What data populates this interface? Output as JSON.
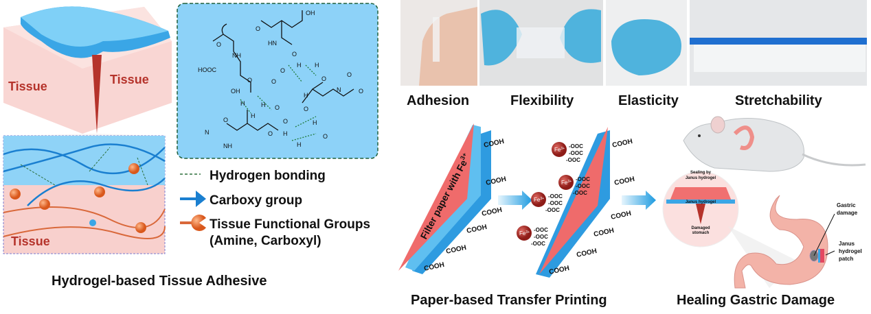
{
  "left_panel": {
    "tissue_top_left": "Tissue",
    "tissue_top_right": "Tissue",
    "tissue_bottom": "Tissue",
    "title": "Hydrogel-based Tissue Adhesive"
  },
  "chemistry": {
    "atoms": [
      "O",
      "NH",
      "HOOC",
      "OH",
      "O",
      "O",
      "H",
      "H",
      "O",
      "HN",
      "O",
      "OH",
      "O",
      "H",
      "O",
      "H",
      "O",
      "N",
      "H",
      "O",
      "O",
      "H",
      "NH",
      "O",
      "O",
      "H",
      "O",
      "O",
      "H",
      "N",
      "H",
      "O"
    ]
  },
  "legend": {
    "hydrogen_bonding": "Hydrogen bonding",
    "carboxy_group": "Carboxy group",
    "tissue_groups_line1": "Tissue Functional Groups",
    "tissue_groups_line2": "(Amine, Carboxyl)"
  },
  "properties": [
    "Adhesion",
    "Flexibility",
    "Elasticity",
    "Stretchability"
  ],
  "transfer": {
    "filter_label": "Filter paper with Fe",
    "filter_sup": "3+",
    "cooh": "COOH",
    "ooc": "-OOC",
    "fe": "Fe",
    "fe_sup": "3+",
    "title": "Paper-based Transfer Printing"
  },
  "gastric": {
    "sealing_line1": "Sealing by",
    "sealing_line2": "Janus hydrogel",
    "janus_hydrogel": "Janus hydrogel",
    "damaged_line1": "Damaged",
    "damaged_line2": "stomach",
    "gastric_damage_line1": "Gastric",
    "gastric_damage_line2": "damage",
    "patch_line1": "Janus",
    "patch_line2": "hydrogel",
    "patch_line3": "patch",
    "title": "Healing Gastric Damage"
  },
  "colors": {
    "hydrogel_blue": "#3aa6e6",
    "tissue_pink": "#f6c9c6",
    "tissue_red": "#b5332b",
    "panel_blue": "#7ec8f5",
    "paper_red": "#ef6b6b",
    "fe_red": "#b52a25"
  }
}
